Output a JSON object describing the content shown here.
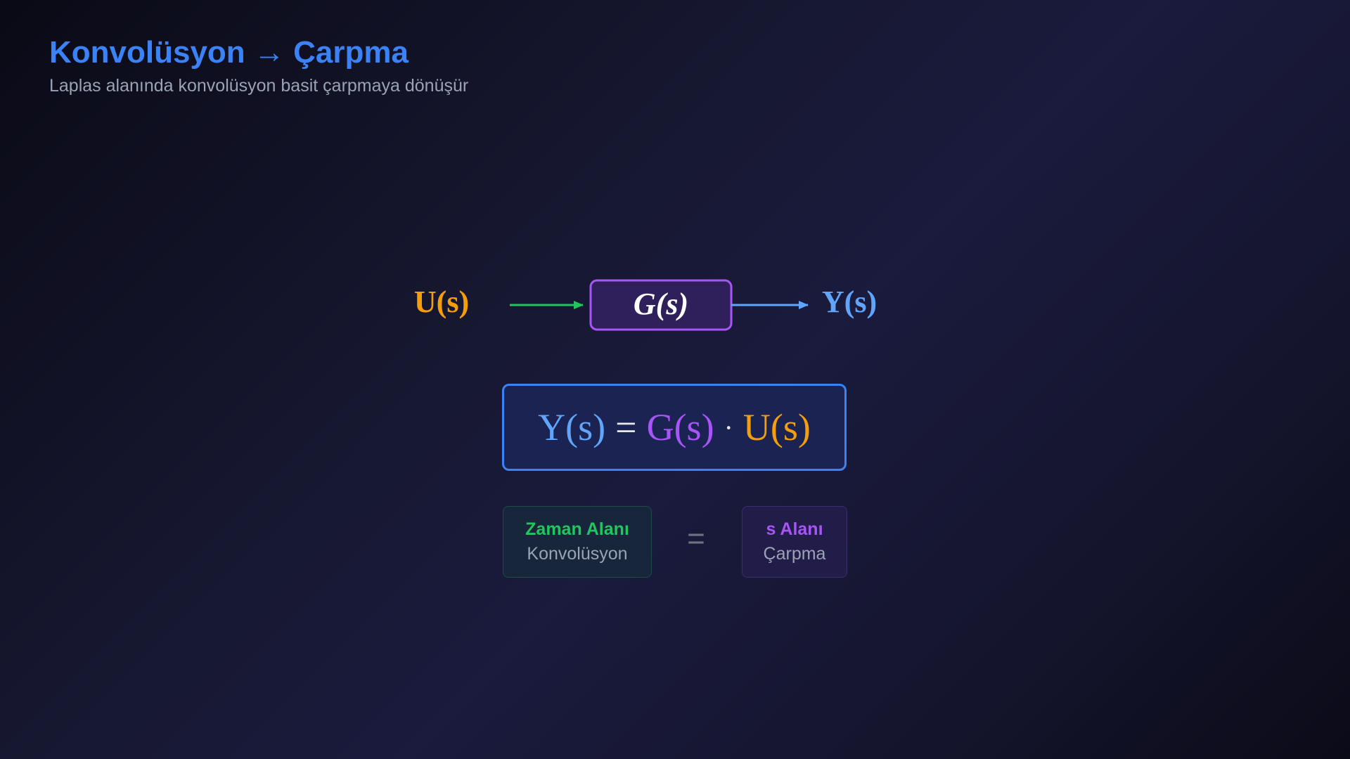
{
  "header": {
    "title": "Konvolüsyon → Çarpma",
    "subtitle": "Laplas alanında konvolüsyon basit çarpmaya dönüşür"
  },
  "block_diagram": {
    "input_label": "U(s)",
    "block_label": "G(s)",
    "output_label": "Y(s)"
  },
  "formula": {
    "lhs": "Y(s)",
    "equals": "=",
    "factor1": "G(s)",
    "operator": "·",
    "factor2": "U(s)"
  },
  "domains": {
    "time": {
      "title": "Zaman Alanı",
      "operation": "Konvolüsyon"
    },
    "equivalence": "=",
    "s_domain": {
      "title": "s Alanı",
      "operation": "Çarpma"
    }
  },
  "colors": {
    "accent_blue": "#3b82f6",
    "output_blue": "#60a5fa",
    "input_orange": "#f59e0b",
    "block_purple": "#a855f7",
    "arrow_green": "#22c55e",
    "block_fill": "#2f1f5a",
    "muted_text": "#9aa3b5"
  }
}
